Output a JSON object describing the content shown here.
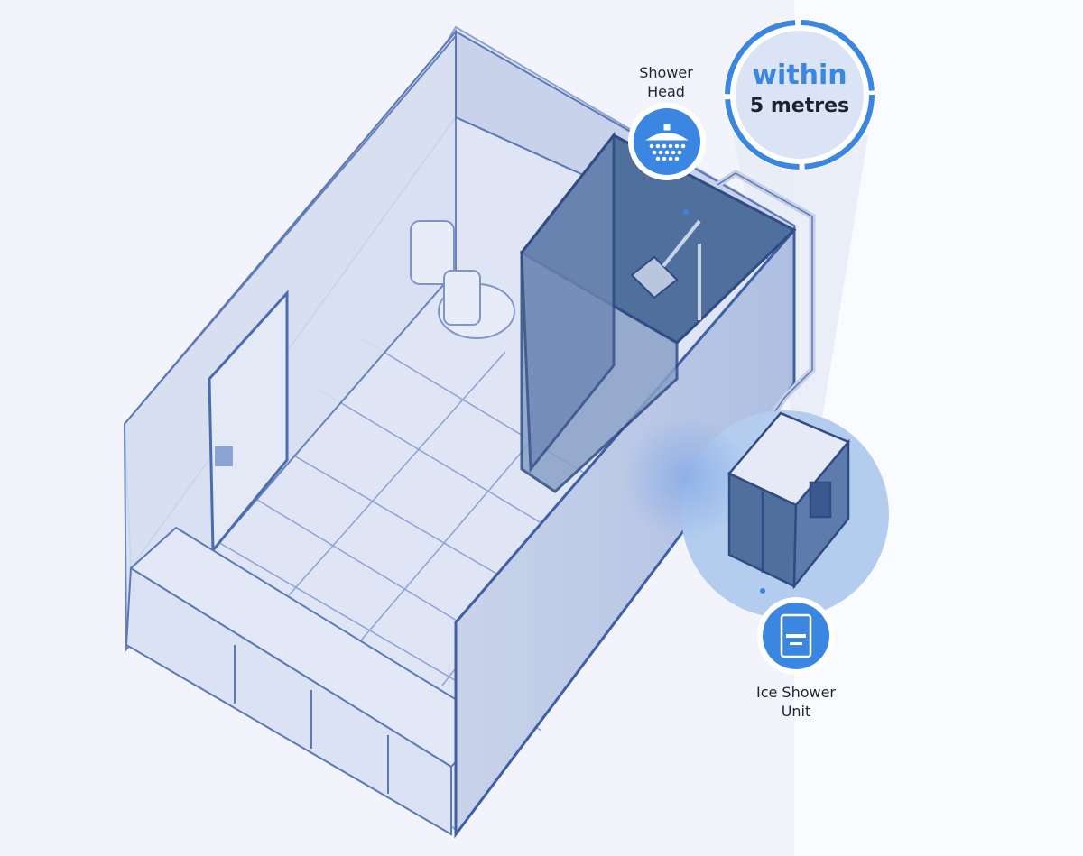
{
  "distance_badge": {
    "line1": "within",
    "line2": "5 metres",
    "accent_color": "#3a86e0"
  },
  "callouts": {
    "shower_head": {
      "line1": "Shower",
      "line2": "Head",
      "icon": "shower-head-icon"
    },
    "ice_shower_unit": {
      "line1": "Ice Shower",
      "line2": "Unit",
      "icon": "ice-unit-icon"
    }
  },
  "colors": {
    "background": "#f3f4fb",
    "room_fill": "#dfe5f4",
    "outline": "#4a6db0",
    "shower_glass": "#4f6f9c",
    "callout_blue": "#3a86e0"
  }
}
